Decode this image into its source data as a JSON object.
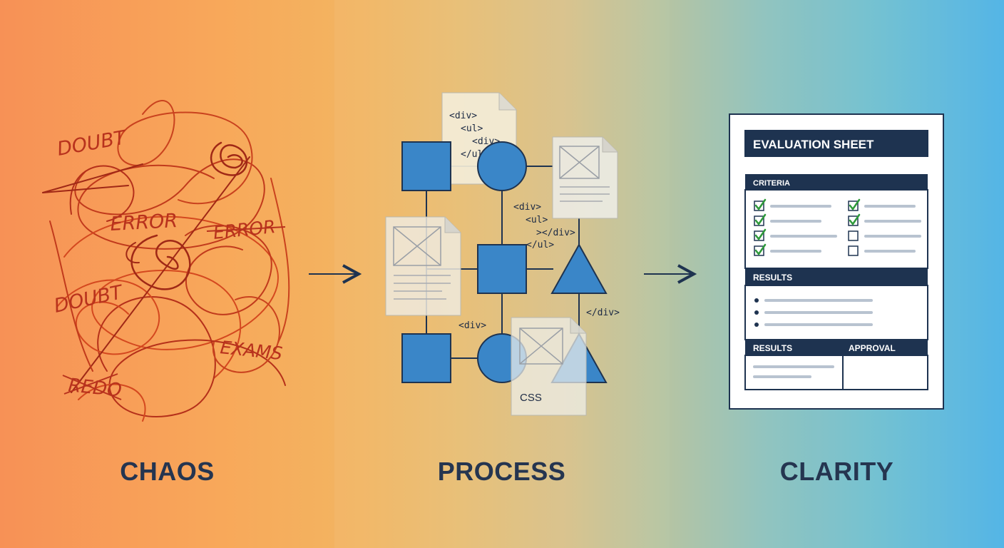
{
  "chaos": {
    "words": [
      "DOUBT",
      "ERROR",
      "ERROR",
      "DOUBT",
      "EXAMS",
      "REDO"
    ],
    "label": "CHAOS"
  },
  "process": {
    "code_snippets": [
      "<div>",
      "<ul>",
      "<div>",
      "</ul>",
      "<div>",
      "<ul>",
      "></div>",
      "</ul>",
      "</div>",
      "<div>",
      "CSS"
    ],
    "label": "PROCESS"
  },
  "clarity": {
    "sheet_title": "EVALUATION SHEET",
    "sections": {
      "criteria": "CRITERIA",
      "results": "RESULTS",
      "results_footer": "RESULTS",
      "approval": "APPROVAL"
    },
    "criteria_checks": [
      true,
      true,
      true,
      true,
      true,
      true,
      false,
      false
    ],
    "label": "CLARITY"
  },
  "colors": {
    "accent_blue": "#3a86c8",
    "navy": "#1e3350",
    "scribble_red": "#b8321d",
    "check_green": "#2e9a3a"
  }
}
